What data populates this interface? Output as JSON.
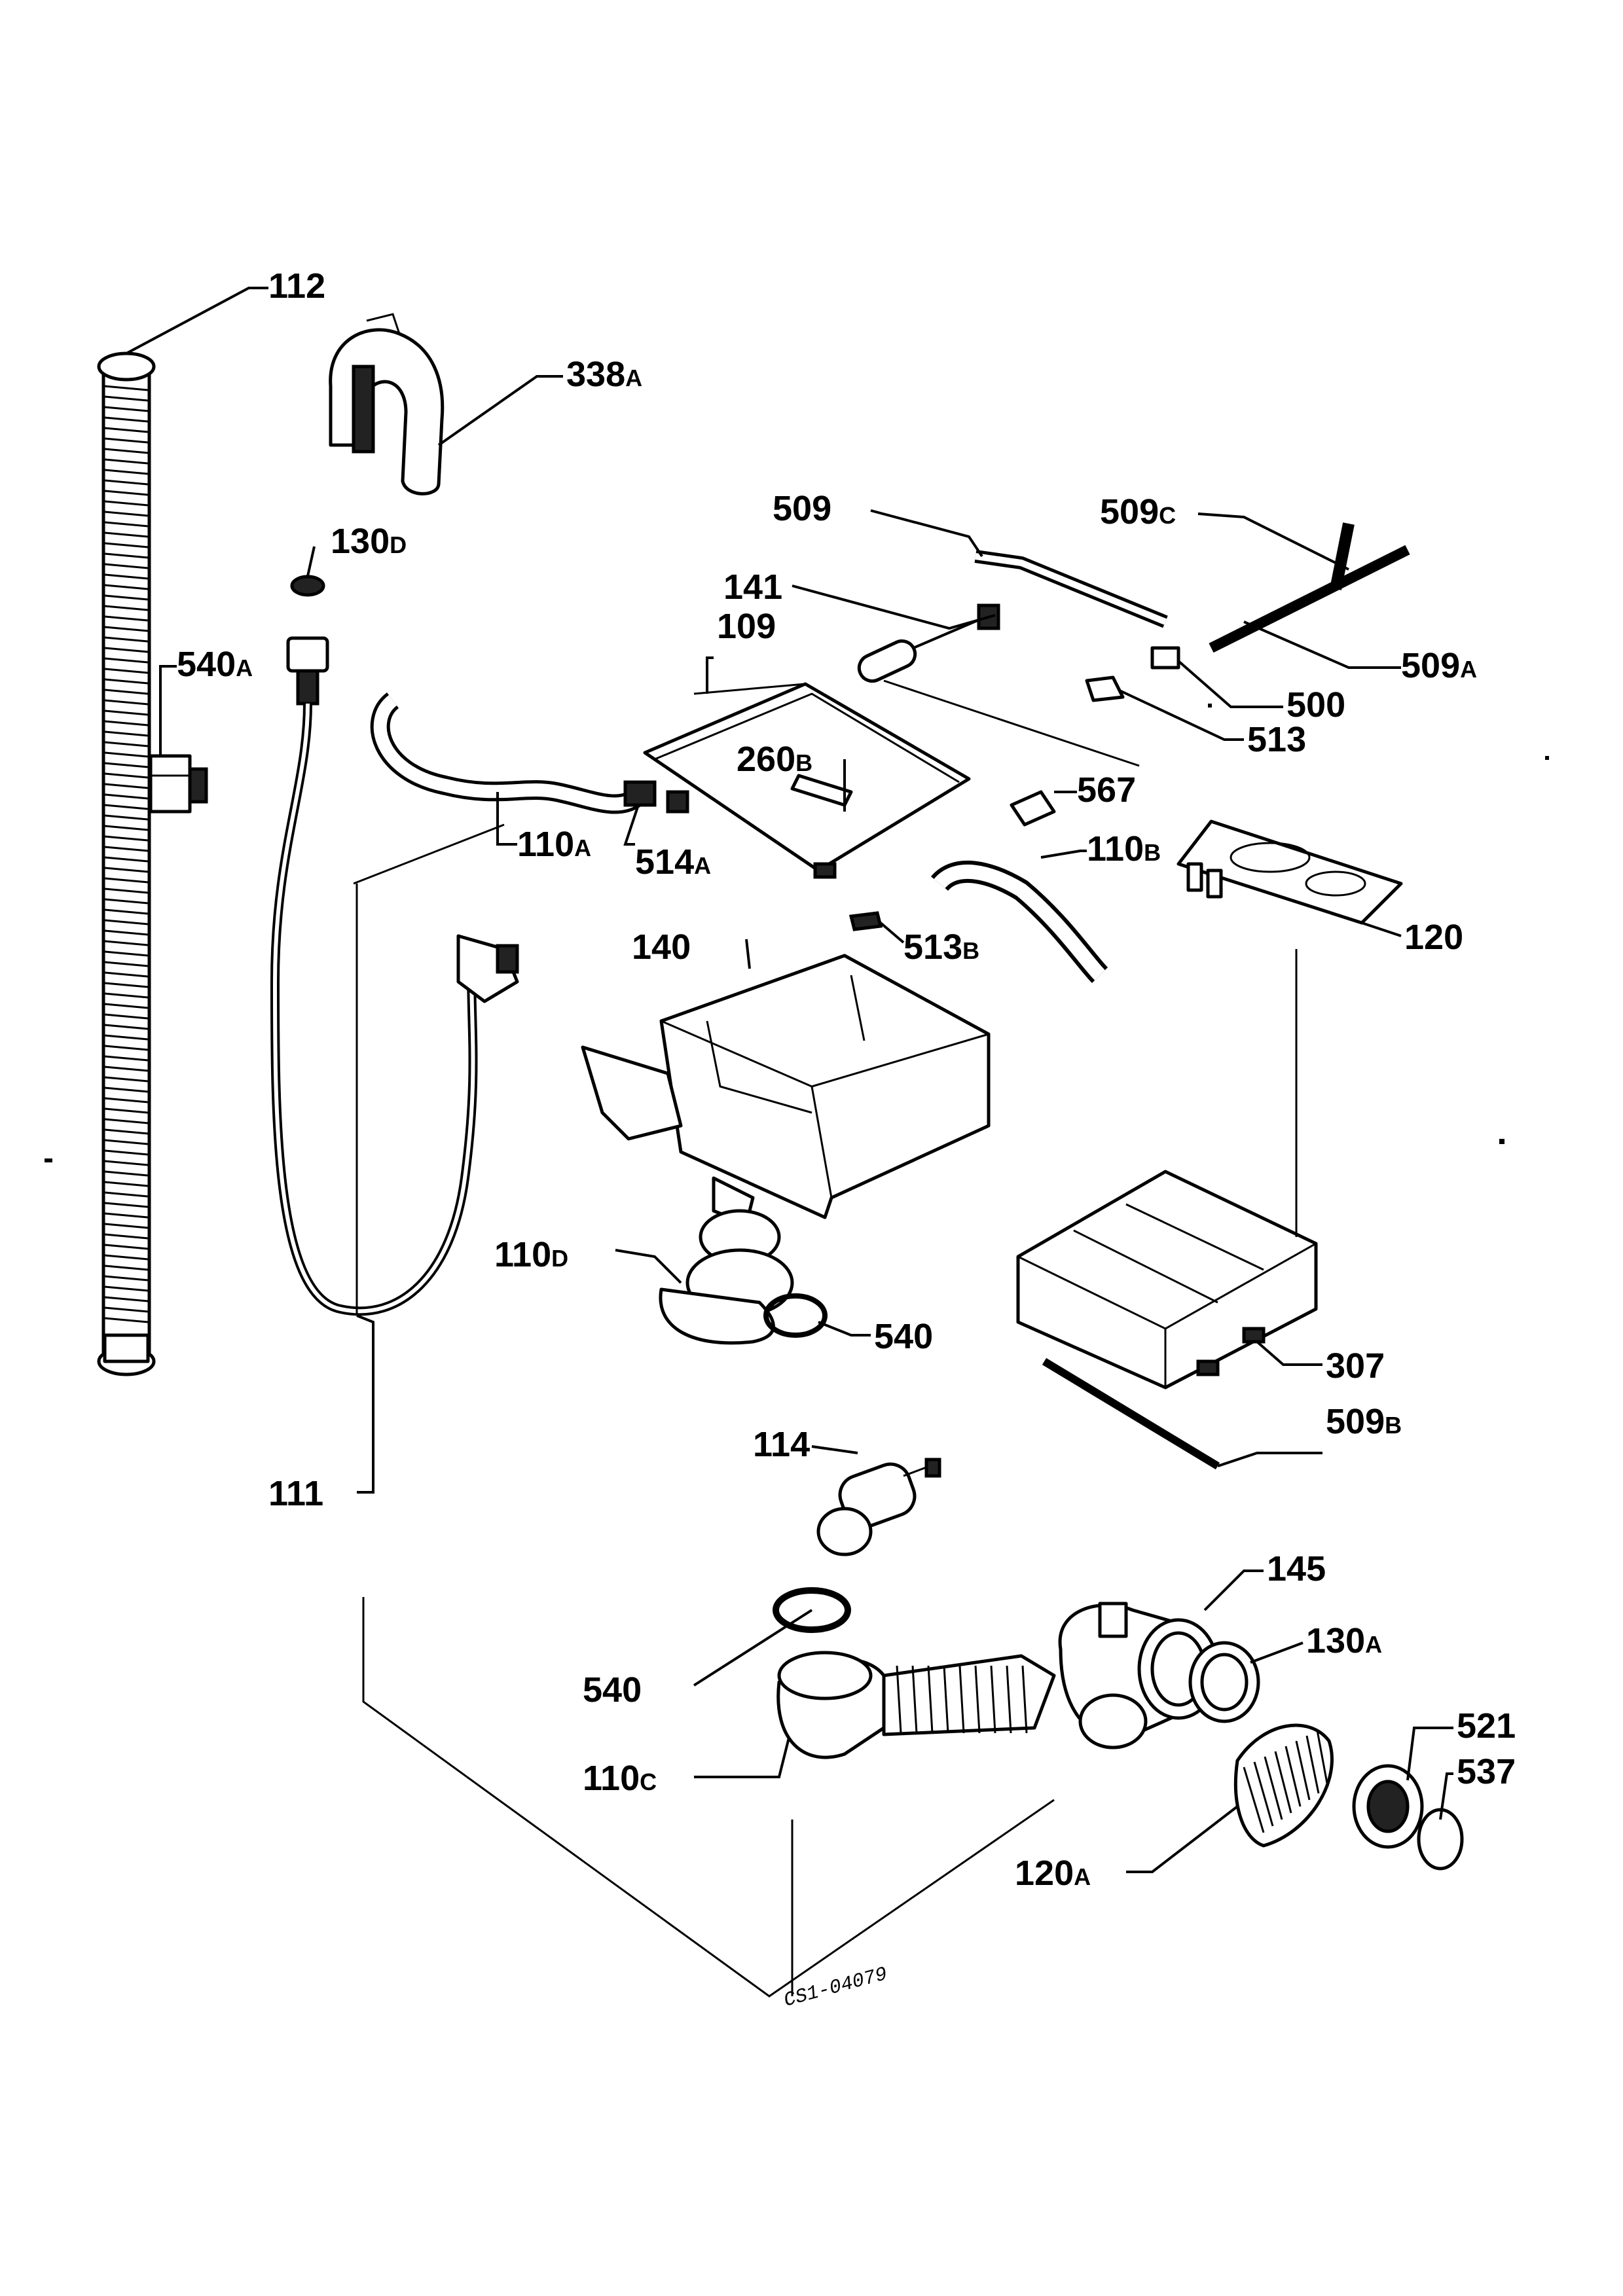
{
  "diagram": {
    "drawing_ref": "CS1-04079",
    "labels": [
      {
        "id": "l112",
        "main": "112",
        "suffix": ""
      },
      {
        "id": "l338a",
        "main": "338",
        "suffix": "A"
      },
      {
        "id": "l130d",
        "main": "130",
        "suffix": "D"
      },
      {
        "id": "l540a",
        "main": "540",
        "suffix": "A"
      },
      {
        "id": "l509",
        "main": "509",
        "suffix": ""
      },
      {
        "id": "l509c",
        "main": "509",
        "suffix": "C"
      },
      {
        "id": "l141",
        "main": "141",
        "suffix": ""
      },
      {
        "id": "l109",
        "main": "109",
        "suffix": ""
      },
      {
        "id": "l509a",
        "main": "509",
        "suffix": "A"
      },
      {
        "id": "l500",
        "main": "500",
        "suffix": ""
      },
      {
        "id": "l513",
        "main": "513",
        "suffix": ""
      },
      {
        "id": "l260b",
        "main": "260",
        "suffix": "B"
      },
      {
        "id": "l567",
        "main": "567",
        "suffix": ""
      },
      {
        "id": "l110a",
        "main": "110",
        "suffix": "A"
      },
      {
        "id": "l514a",
        "main": "514",
        "suffix": "A"
      },
      {
        "id": "l110b",
        "main": "110",
        "suffix": "B"
      },
      {
        "id": "l120",
        "main": "120",
        "suffix": ""
      },
      {
        "id": "l140",
        "main": "140",
        "suffix": ""
      },
      {
        "id": "l513b",
        "main": "513",
        "suffix": "B"
      },
      {
        "id": "l110d",
        "main": "110",
        "suffix": "D"
      },
      {
        "id": "l540",
        "main": "540",
        "suffix": ""
      },
      {
        "id": "l307",
        "main": "307",
        "suffix": ""
      },
      {
        "id": "l509b",
        "main": "509",
        "suffix": "B"
      },
      {
        "id": "l111",
        "main": "111",
        "suffix": ""
      },
      {
        "id": "l114",
        "main": "114",
        "suffix": ""
      },
      {
        "id": "l145",
        "main": "145",
        "suffix": ""
      },
      {
        "id": "l540b",
        "main": "540",
        "suffix": ""
      },
      {
        "id": "l130a",
        "main": "130",
        "suffix": "A"
      },
      {
        "id": "l521",
        "main": "521",
        "suffix": ""
      },
      {
        "id": "l537",
        "main": "537",
        "suffix": ""
      },
      {
        "id": "l110c",
        "main": "110",
        "suffix": "C"
      },
      {
        "id": "l120a",
        "main": "120",
        "suffix": "A"
      }
    ]
  }
}
